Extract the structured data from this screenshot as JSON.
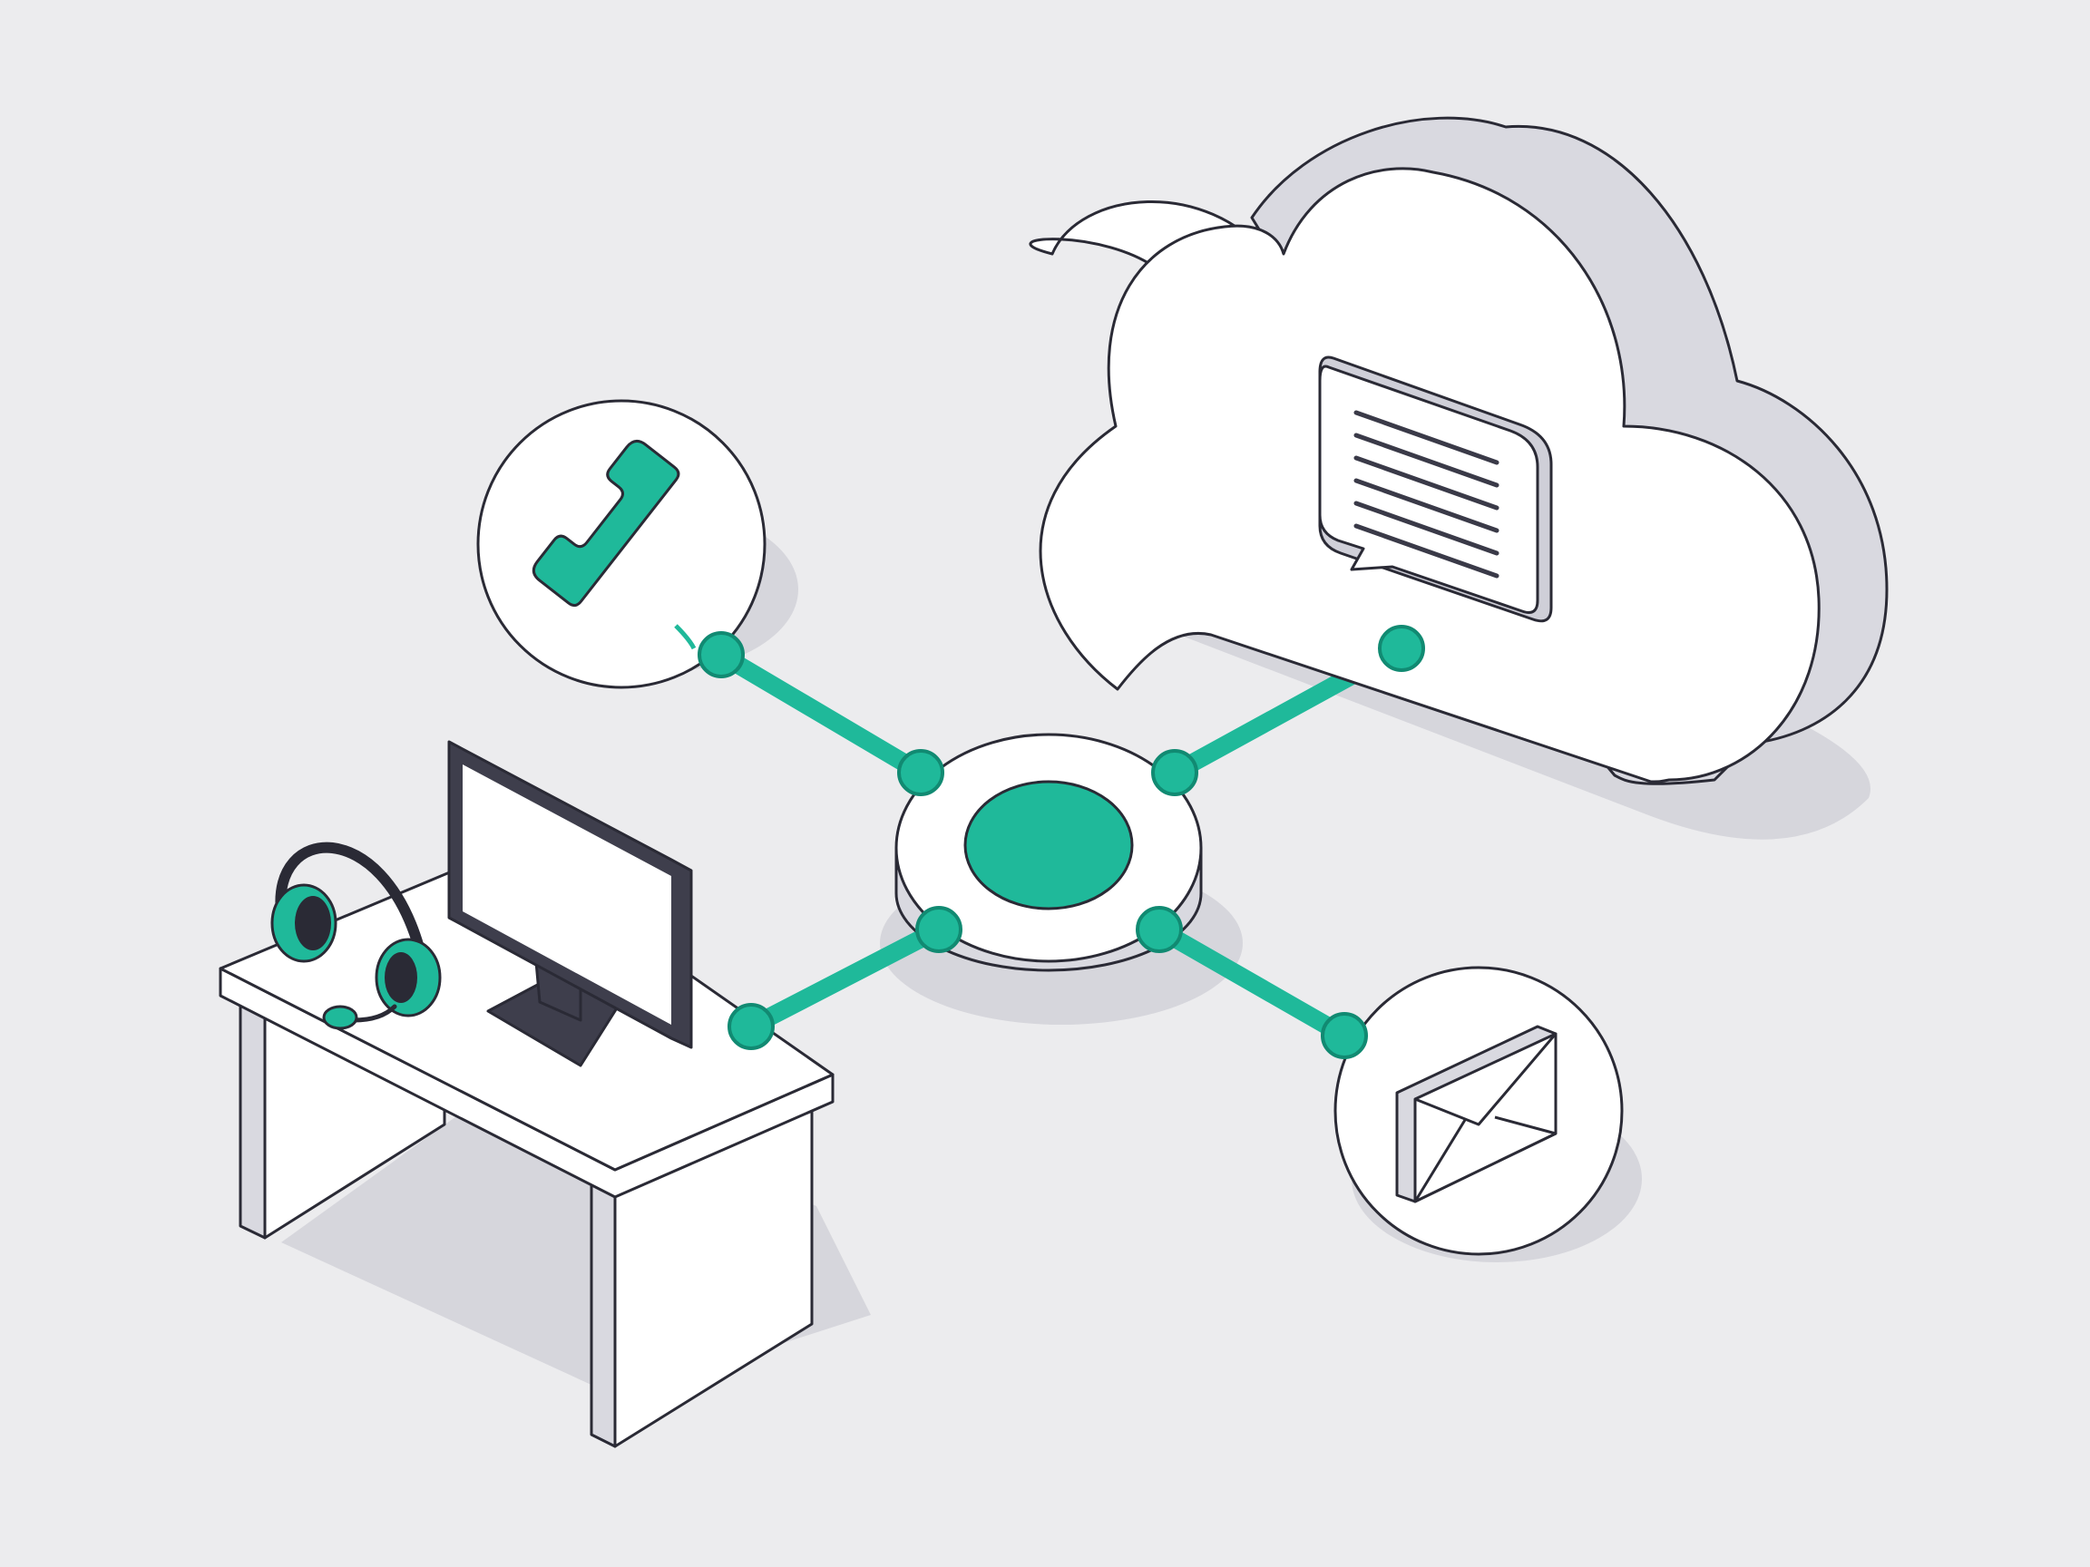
{
  "diagram": {
    "nodes": [
      {
        "id": "hub",
        "kind": "central-hub",
        "icon": "hub-icon"
      },
      {
        "id": "phone",
        "kind": "channel",
        "icon": "phone-icon"
      },
      {
        "id": "cloud",
        "kind": "channel",
        "icon": "chat-bubble-icon"
      },
      {
        "id": "email",
        "kind": "channel",
        "icon": "envelope-icon"
      },
      {
        "id": "agent-desk",
        "kind": "workstation",
        "icons": [
          "monitor-icon",
          "headset-icon",
          "desk-icon"
        ]
      }
    ],
    "edges": [
      {
        "from": "hub",
        "to": "phone"
      },
      {
        "from": "hub",
        "to": "cloud"
      },
      {
        "from": "hub",
        "to": "email"
      },
      {
        "from": "hub",
        "to": "agent-desk"
      }
    ]
  },
  "colors": {
    "background": "#ececee",
    "accent": "#1fb99a",
    "accent_dark": "#118a72",
    "outline": "#2a2a35",
    "surface": "#ffffff",
    "side": "#d9d9e0",
    "shadow": "#d4d4da",
    "monitor_frame": "#3e3e4c"
  }
}
